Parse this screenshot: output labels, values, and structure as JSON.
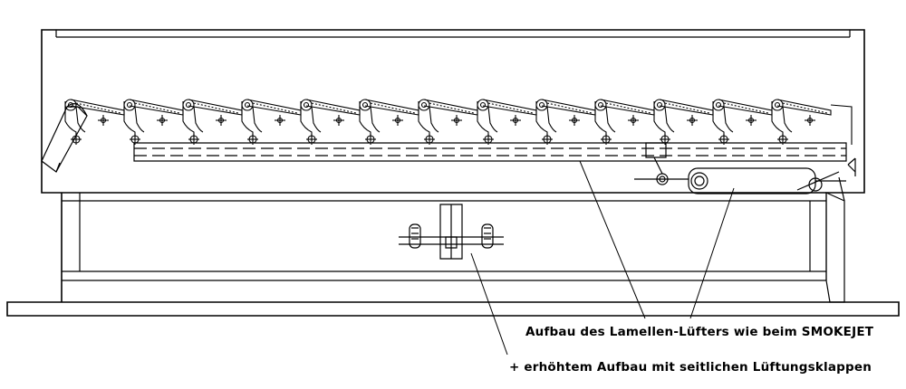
{
  "captions": {
    "line1": "Aufbau des Lamellen-Lüfters wie beim SMOKEJET",
    "line2": "+ erhöhtem Aufbau mit seitlichen Lüftungsklappen"
  },
  "drawing": {
    "louver_count": 13,
    "line_color": "#000000",
    "background_color": "#ffffff"
  }
}
